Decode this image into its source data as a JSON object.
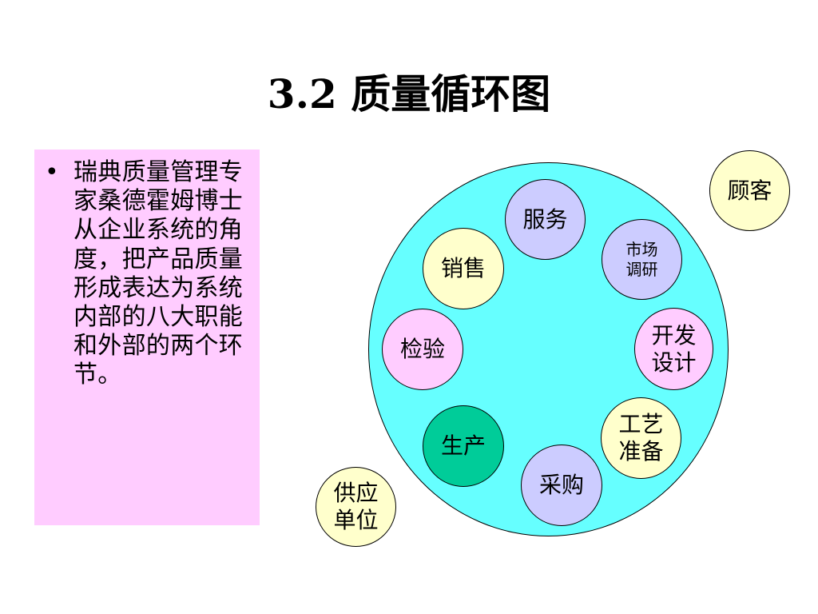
{
  "title": "3.2  质量循环图",
  "text_box": {
    "bullet": "•",
    "text": "瑞典质量管理专家桑德霍姆博士从企业系统的角度，把产品质量形成表达为系统内部的八大职能和外部的两个环节。"
  },
  "diagram": {
    "ring_color": "#66ffff",
    "nodes": {
      "service": {
        "label": "服务",
        "color": "#ccccff"
      },
      "market": {
        "label": "市场\n调研",
        "color": "#ccccff"
      },
      "design": {
        "label": "开发\n设计",
        "color": "#ffccff"
      },
      "process": {
        "label": "工艺\n准备",
        "color": "#ffffcc"
      },
      "purchase": {
        "label": "采购",
        "color": "#ccccff"
      },
      "production": {
        "label": "生产",
        "color": "#00cc99"
      },
      "inspection": {
        "label": "检验",
        "color": "#ffccff"
      },
      "sales": {
        "label": "销售",
        "color": "#ffffcc"
      },
      "customer": {
        "label": "顾客",
        "color": "#ffffcc"
      },
      "supplier": {
        "label": "供应\n单位",
        "color": "#ffffcc"
      }
    }
  }
}
